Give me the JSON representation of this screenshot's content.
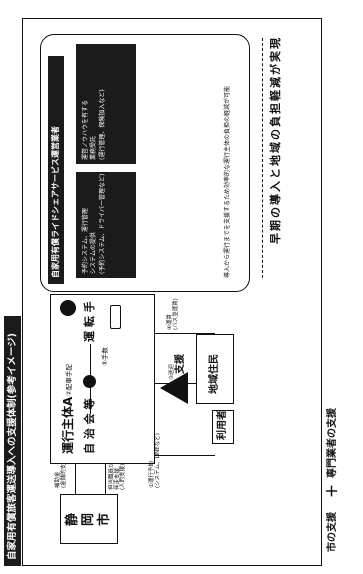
{
  "title": "自家用有償旅客運送導入への支援体制(参考イメージ)",
  "top_banner": "早期の導入と地域の負担軽減が実現",
  "bottom": {
    "city_support": "市の支援",
    "plus": "＋",
    "expert_support": "専門業者の支援"
  },
  "city": {
    "name_chars": [
      "静",
      "岡",
      "市"
    ],
    "subsidy": "補助金\n(金銭的支援)",
    "staff": "担当職員が\n伴走支援\n(人的支援)"
  },
  "residents": "地域住民",
  "users": "利用者",
  "operator": {
    "title": "運行主体A",
    "sub": "自 治 会 等",
    "driver": "運 転 手"
  },
  "flows": {
    "reservation": "①運行予約\n(システム、LINEなど)",
    "dispatch": "②配車手配",
    "transport": "③送迎",
    "payment": "④運賃\n(バス並運賃)",
    "pay_yen": "⑤手数"
  },
  "support_arrow": "支援",
  "expert": {
    "title": "自家用有償ライドシェアサービス運営業者",
    "left_box": "予約システム、運行管理\nシステムの提供\n(予約システム、ドライバー管理など)",
    "right_box": "運営ノウハウを有する\n業務受託\n(運行管理、保険加入など)",
    "bottom_note": "導入から運行までを支援するため効率的な運行主体の負担の軽減が可能"
  }
}
